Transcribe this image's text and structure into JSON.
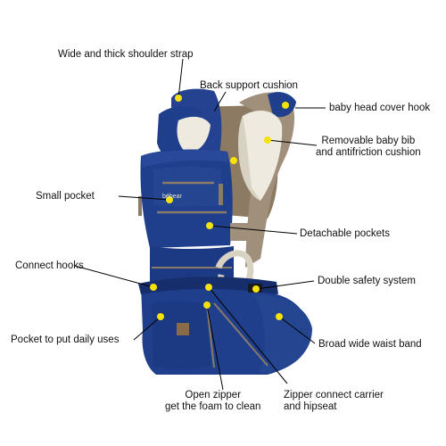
{
  "colors": {
    "carrier_navy": "#1f3f8c",
    "carrier_navy_dark": "#162f6c",
    "trim_tan": "#8a7b68",
    "bib_cream": "#eeeadf",
    "marker_yellow": "#f4e20a",
    "leader_line": "#000000"
  },
  "product": {
    "brand_logo": "bébear"
  },
  "callouts": [
    {
      "id": "shoulder-strap",
      "text": "Wide and thick shoulder strap"
    },
    {
      "id": "back-support",
      "text": "Back support cushion"
    },
    {
      "id": "head-cover-hook",
      "text": "baby head cover hook"
    },
    {
      "id": "baby-bib",
      "text": "Removable baby bib\nand antifriction cushion"
    },
    {
      "id": "small-pocket",
      "text": "Small pocket"
    },
    {
      "id": "detachable-pockets",
      "text": "Detachable pockets"
    },
    {
      "id": "connect-hooks",
      "text": "Connect hooks"
    },
    {
      "id": "double-safety",
      "text": "Double safety system"
    },
    {
      "id": "daily-pocket",
      "text": "Pocket to put daily uses"
    },
    {
      "id": "waist-band",
      "text": "Broad wide waist band"
    },
    {
      "id": "open-zipper",
      "text": "Open zipper\nget the foam to clean"
    },
    {
      "id": "zipper-connect",
      "text": "Zipper connect carrier\nand hipseat"
    }
  ]
}
